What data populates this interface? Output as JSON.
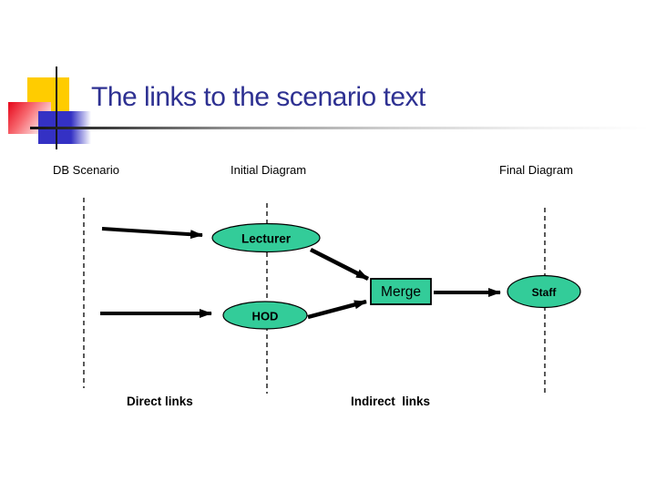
{
  "slide": {
    "title": "The links to the scenario text"
  },
  "columns": [
    {
      "label": "DB Scenario"
    },
    {
      "label": "Initial Diagram"
    },
    {
      "label": "Final Diagram"
    }
  ],
  "nodes": {
    "lecturer": "Lecturer",
    "hod": "HOD",
    "merge": "Merge",
    "staff": "Staff"
  },
  "legend": {
    "direct": "Direct links",
    "indirect": "Indirect  links"
  },
  "colors": {
    "node_fill": "#33cc99",
    "node_border": "#000000",
    "title_text": "#2e3192",
    "deco_yellow": "#ffcc00",
    "deco_red": "#e81123",
    "deco_blue": "#3431c4"
  }
}
